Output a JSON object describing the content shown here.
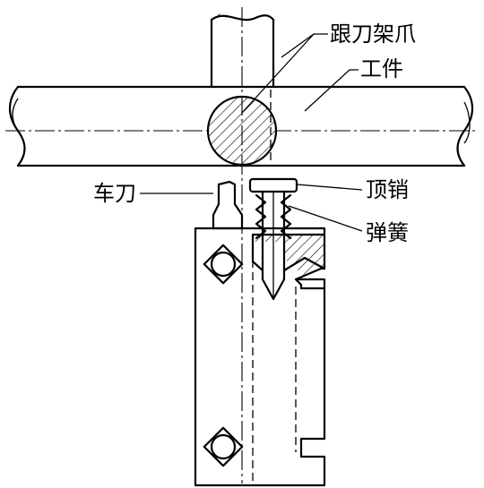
{
  "labels": {
    "steady_rest_jaw": "跟刀架爪",
    "workpiece": "工件",
    "turning_tool": "车刀",
    "ejector_pin": "顶销",
    "spring": "弹簧"
  },
  "colors": {
    "stroke": "#000000",
    "background": "#ffffff"
  }
}
